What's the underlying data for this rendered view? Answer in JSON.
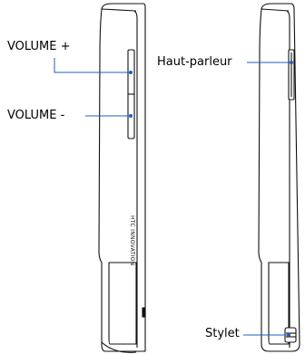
{
  "labels": {
    "volume_up": "VOLUME +",
    "volume_down": "VOLUME -",
    "speaker": "Haut-parleur",
    "stylus": "Stylet",
    "brand_engraving": "HTC INNOVATION"
  },
  "colors": {
    "outline": "#111111",
    "callout_line": "#1f5fbf",
    "background": "#ffffff"
  }
}
